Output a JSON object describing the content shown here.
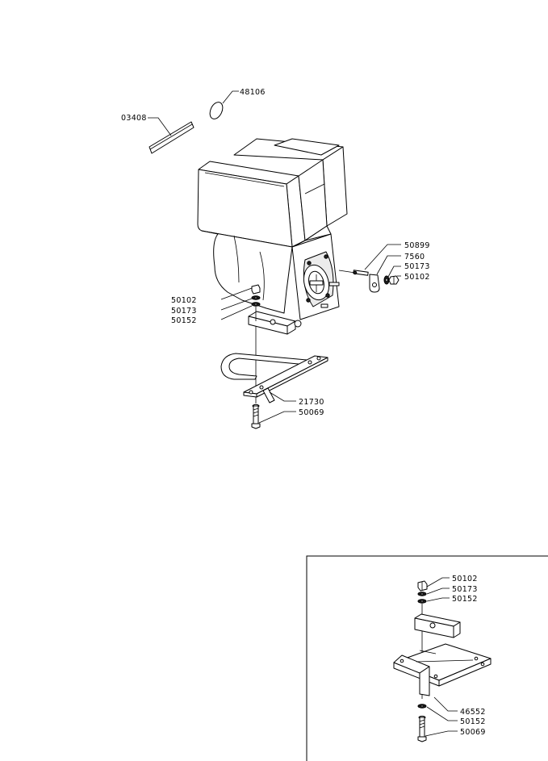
{
  "main_view": {
    "labels": {
      "decal": "03408",
      "cap": "48106",
      "pin": "50899",
      "clip": "7560",
      "side_washer": "50173",
      "side_nut": "50102",
      "left_nut": "50102",
      "left_washer": "50173",
      "left_flat_washer": "50152",
      "bracket": "21730",
      "bolt": "50069"
    }
  },
  "inset_view": {
    "labels": {
      "nut": "50102",
      "washer": "50173",
      "flat_washer_top": "50152",
      "plate": "46552",
      "flat_washer_bottom": "50152",
      "bolt": "50069"
    }
  }
}
